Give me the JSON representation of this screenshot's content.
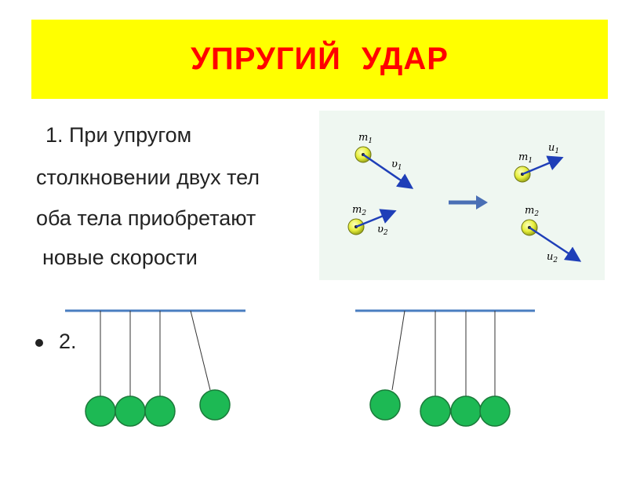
{
  "title": "УПРУГИЙ УДАР",
  "paragraph": {
    "lines": [
      "1. При упругом",
      "столкновении двух тел",
      "оба тела приобретают",
      "новые скорости"
    ]
  },
  "bullet": {
    "text": "2."
  },
  "diagram": {
    "before": {
      "m1": "m",
      "m1_sub": "1",
      "v1": "υ",
      "v1_sub": "1",
      "m2": "m",
      "m2_sub": "2",
      "v2": "υ",
      "v2_sub": "2"
    },
    "after": {
      "m1": "m",
      "m1_sub": "1",
      "u1": "u",
      "u1_sub": "1",
      "m2": "m",
      "m2_sub": "2",
      "u2": "u",
      "u2_sub": "2"
    }
  },
  "colors": {
    "title_bg": "#ffff00",
    "title_text": "#ff0000",
    "panel_bg": "#eff7f1",
    "velocity_arrow": "#1f3fb8",
    "transition_arrow": "#4a6fb5",
    "ball_fill": "#e6ee3a",
    "pendulum_ball": "#1db954",
    "pendulum_bar": "#4a7ec0"
  }
}
